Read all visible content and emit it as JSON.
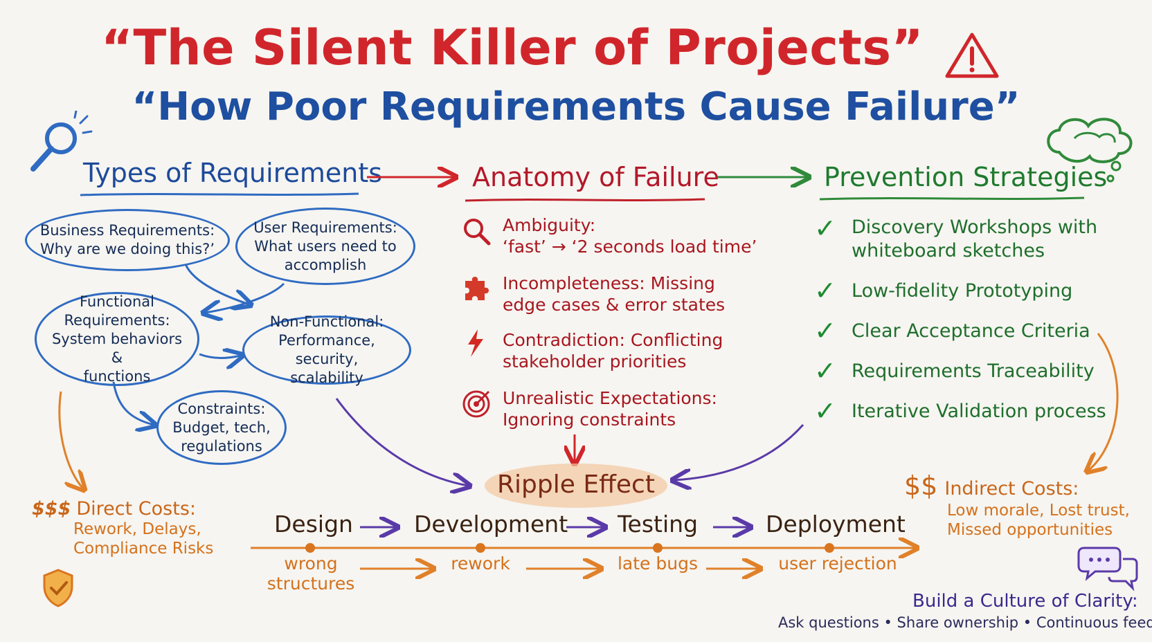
{
  "title": "“The Silent Killer of Projects”",
  "subtitle": "“How Poor Requirements Cause Failure”",
  "colors": {
    "title": "#d0262b",
    "subtitle": "#1e4fa0",
    "types": "#1d4a9a",
    "failure": "#b3182a",
    "prevention": "#1f7a2e",
    "costs": "#d9751f",
    "culture": "#3a2a8c"
  },
  "icons": [
    "warning-triangle-icon",
    "magnifier-icon",
    "thought-bubble-icon",
    "search-icon",
    "puzzle-icon",
    "lightning-icon",
    "target-icon",
    "check-icon",
    "shield-check-icon",
    "chat-bubbles-icon"
  ],
  "types": {
    "heading": "Types of Requirements",
    "business": {
      "line1": "Business Requirements:",
      "line2": "Why are we doing this?’"
    },
    "user": {
      "line1": "User Requirements:",
      "line2": "What users need to",
      "line3": "accomplish"
    },
    "functional": {
      "line1": "Functional",
      "line2": "Requirements:",
      "line3": "System behaviors &",
      "line4": "functions"
    },
    "nonfunctional": {
      "line1": "Non-Functional:",
      "line2": "Performance, security,",
      "line3": "scalability"
    },
    "constraints": {
      "line1": "Constraints:",
      "line2": "Budget, tech,",
      "line3": "regulations"
    }
  },
  "failure": {
    "heading": "Anatomy of Failure",
    "items": [
      {
        "line1": "Ambiguity:",
        "line2": "‘fast’ → ‘2 seconds load time’"
      },
      {
        "line1": "Incompleteness: Missing",
        "line2": "edge cases & error states"
      },
      {
        "line1": "Contradiction: Conflicting",
        "line2": "stakeholder priorities"
      },
      {
        "line1": "Unrealistic Expectations:",
        "line2": "Ignoring constraints"
      }
    ]
  },
  "prevention": {
    "heading": "Prevention Strategies",
    "items": [
      {
        "line1": "Discovery Workshops with",
        "line2": "whiteboard sketches"
      },
      {
        "line1": "Low-fidelity Prototyping",
        "line2": ""
      },
      {
        "line1": "Clear Acceptance Criteria",
        "line2": ""
      },
      {
        "line1": "Requirements Traceability",
        "line2": ""
      },
      {
        "line1": "Iterative Validation process",
        "line2": ""
      }
    ]
  },
  "ripple": {
    "label": "Ripple Effect",
    "stages": [
      "Design",
      "Development",
      "Testing",
      "Deployment"
    ],
    "impacts": [
      {
        "line1": "wrong",
        "line2": "structures"
      },
      {
        "line1": "rework",
        "line2": ""
      },
      {
        "line1": "late bugs",
        "line2": ""
      },
      {
        "line1": "user rejection",
        "line2": ""
      }
    ]
  },
  "direct_costs": {
    "symbol": "$$$",
    "heading": "Direct Costs:",
    "line1": "Rework, Delays,",
    "line2": "Compliance Risks"
  },
  "indirect_costs": {
    "symbol": "$$",
    "heading": "Indirect Costs:",
    "line1": "Low morale, Lost trust,",
    "line2": "Missed opportunities"
  },
  "culture": {
    "heading": "Build a Culture of Clarity:",
    "tagline": "Ask questions • Share ownership • Continuous feedback"
  }
}
